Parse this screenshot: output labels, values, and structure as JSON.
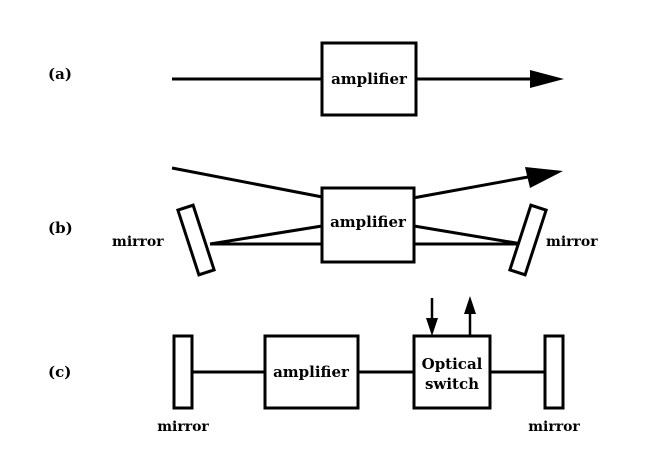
{
  "panels": {
    "a": {
      "label": "(a)",
      "amplifier_label": "amplifier"
    },
    "b": {
      "label": "(b)",
      "amplifier_label": "amplifier",
      "mirror_left_label": "mirror",
      "mirror_right_label": "mirror"
    },
    "c": {
      "label": "(c)",
      "amplifier_label": "amplifier",
      "switch_label_line1": "Optical",
      "switch_label_line2": "switch",
      "mirror_left_label": "mirror",
      "mirror_right_label": "mirror"
    }
  }
}
